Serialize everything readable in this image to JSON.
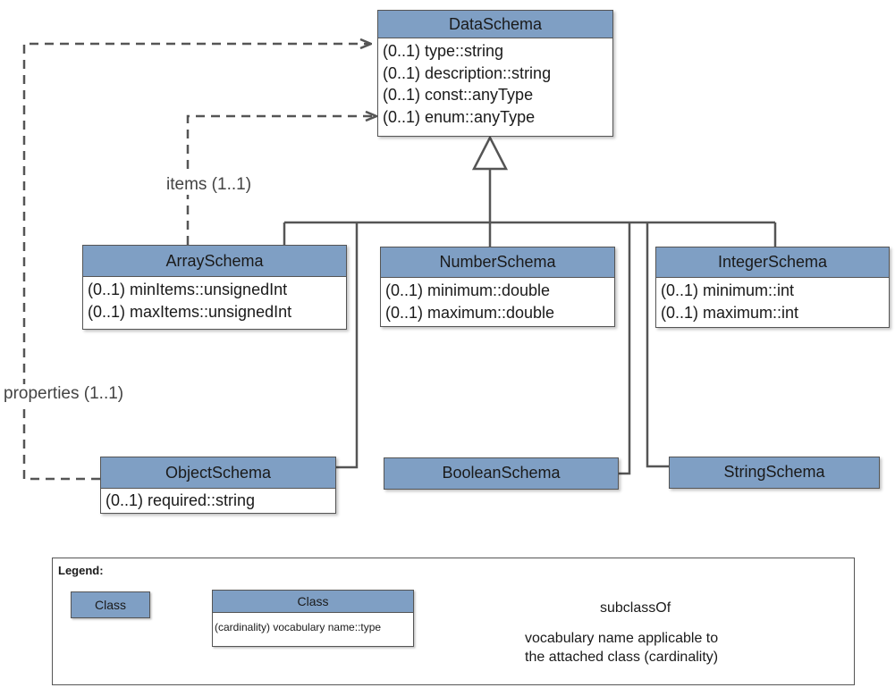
{
  "classes": {
    "data_schema": {
      "name": "DataSchema",
      "attrs": [
        "(0..1) type::string",
        "(0..1) description::string",
        "(0..1) const::anyType",
        "(0..1) enum::anyType"
      ]
    },
    "array_schema": {
      "name": "ArraySchema",
      "attrs": [
        "(0..1) minItems::unsignedInt",
        "(0..1) maxItems::unsignedInt"
      ]
    },
    "number_schema": {
      "name": "NumberSchema",
      "attrs": [
        "(0..1) minimum::double",
        "(0..1) maximum::double"
      ]
    },
    "integer_schema": {
      "name": "IntegerSchema",
      "attrs": [
        "(0..1) minimum::int",
        "(0..1) maximum::int"
      ]
    },
    "object_schema": {
      "name": "ObjectSchema",
      "attrs": [
        "(0..1) required::string"
      ]
    },
    "boolean_schema": {
      "name": "BooleanSchema"
    },
    "string_schema": {
      "name": "StringSchema"
    }
  },
  "edge_labels": {
    "items": "items (1..1)",
    "properties": "properties (1..1)"
  },
  "legend": {
    "title": "Legend:",
    "class_simple": "Class",
    "class_full_header": "Class",
    "class_full_body": "(cardinality) vocabulary name::type",
    "subclass_label": "subclassOf",
    "vocab_line1": "vocabulary name applicable to",
    "vocab_line2": "the attached class (cardinality)"
  },
  "colors": {
    "class_header": "#7f9fc4",
    "line": "#555555"
  }
}
